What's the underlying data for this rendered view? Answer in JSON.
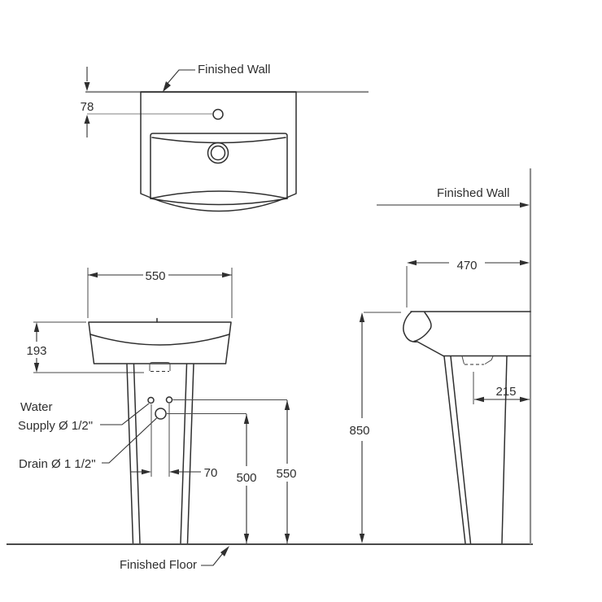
{
  "drawing": {
    "labels": {
      "finished_wall": "Finished Wall",
      "finished_floor": "Finished Floor",
      "water_supply_line1": "Water",
      "water_supply_line2": "Supply Ø 1/2\"",
      "drain": "Drain Ø 1 1/2\""
    },
    "dimensions": {
      "faucet_hole_offset": "78",
      "basin_width": "550",
      "basin_rim_depth": "193",
      "supply_hole_spacing": "70",
      "drain_height": "500",
      "supply_height": "550",
      "basin_depth": "470",
      "drain_wall_offset": "215",
      "rim_height": "850"
    },
    "colors": {
      "line": "#2f2f2f",
      "reference_line": "#8e8e8e",
      "background": "#ffffff"
    }
  }
}
